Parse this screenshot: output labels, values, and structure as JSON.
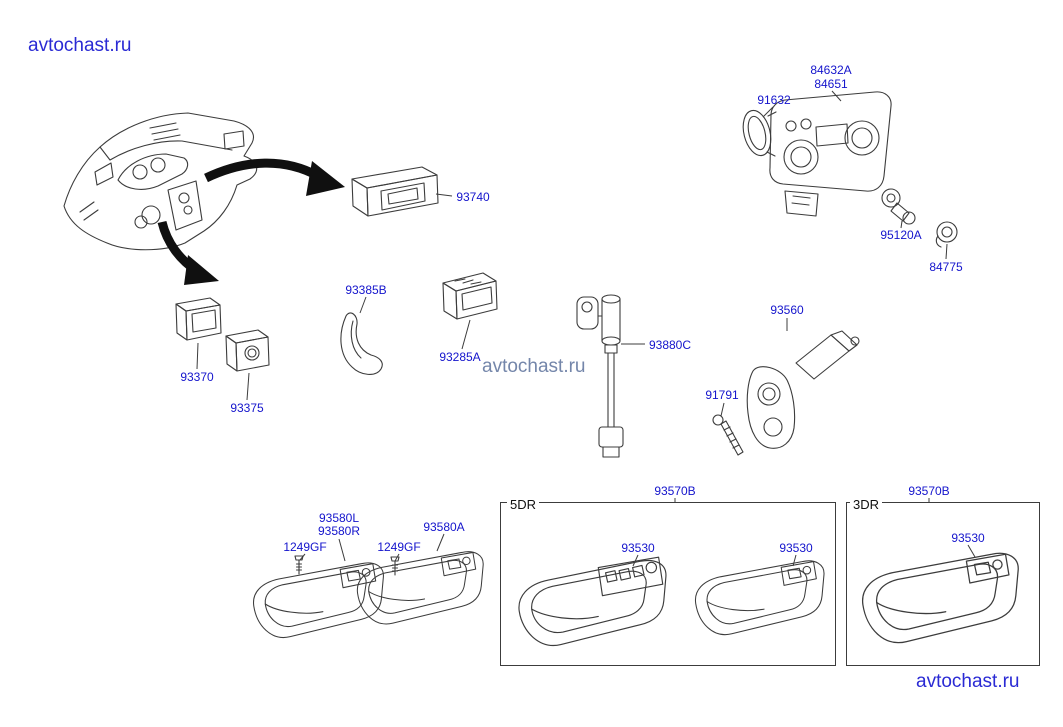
{
  "watermarks": {
    "top_left": "avtochast.ru",
    "middle": "avtochast.ru",
    "bottom_right": "avtochast.ru"
  },
  "diagram": {
    "part_labels": {
      "p84632a": "84632A",
      "p84651": "84651",
      "p91632": "91632",
      "p93740": "93740",
      "p95120a": "95120A",
      "p84775": "84775",
      "p93385b": "93385B",
      "p93370": "93370",
      "p93375": "93375",
      "p93285a": "93285A",
      "p93880c": "93880C",
      "p93560": "93560",
      "p91791": "91791",
      "p93580l": "93580L",
      "p93580r": "93580R",
      "p1249gf_left": "1249GF",
      "p93580a": "93580A",
      "p1249gf_right": "1249GF"
    },
    "group_5dr": {
      "title": "5DR",
      "part": "93570B",
      "switch_left": "93530",
      "switch_right": "93530"
    },
    "group_3dr": {
      "title": "3DR",
      "part": "93570B",
      "switch": "93530"
    }
  },
  "colors": {
    "part_label_blue": "#1414cc",
    "watermark_blue": "#2a2ad4",
    "watermark_muted": "#7486aa",
    "line_color": "#3c3c3c",
    "arrow_black": "#101010",
    "background": "#ffffff"
  }
}
